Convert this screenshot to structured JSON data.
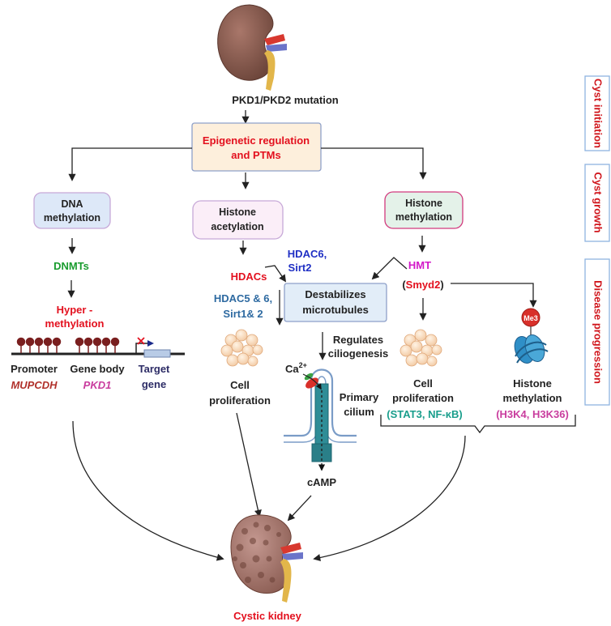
{
  "mutation": "PKD1/PKD2 mutation",
  "epigenetic": {
    "line1": "Epigenetic regulation",
    "line2": "and PTMs"
  },
  "dna": {
    "line1": "DNA",
    "line2": "methylation",
    "enzyme": "DNMTs",
    "hyper1": "Hyper -",
    "hyper2": "methylation",
    "promoter": "Promoter",
    "promoter_gene": "MUPCDH",
    "genebody": "Gene body",
    "genebody_gene": "PKD1",
    "target1": "Target",
    "target2": "gene"
  },
  "acetyl": {
    "line1": "Histone",
    "line2": "acetylation",
    "enzyme": "HDACs",
    "hdac6_1": "HDAC6,",
    "hdac6_2": "Sirt2",
    "hdac5_1": "HDAC5 & 6,",
    "hdac5_2": "Sirt1& 2",
    "prolif1": "Cell",
    "prolif2": "proliferation"
  },
  "microtubule": {
    "line1": "Destabilizes",
    "line2": "microtubules",
    "regulates1": "Regulates",
    "regulates2": "ciliogenesis",
    "calcium": "Ca",
    "calcium_sup": "2+",
    "cilium1": "Primary",
    "cilium2": "cilium",
    "camp": "cAMP"
  },
  "hmeth": {
    "line1": "Histone",
    "line2": "methylation",
    "enzyme": "HMT",
    "smyd_open": "(",
    "smyd": "Smyd2",
    "smyd_close": ")",
    "prolif1": "Cell",
    "prolif2": "proliferation",
    "prolif_paths": "(STAT3, NF-κB)",
    "hm1": "Histone",
    "hm2": "methylation",
    "hm_marks": "(H3K4, H3K36)",
    "me3": "Me3"
  },
  "outcome": "Cystic kidney",
  "stages": [
    "Cyst initiation",
    "Cyst growth",
    "Disease progression"
  ],
  "colors": {
    "red": "#e3101e",
    "green": "#1a9c2f",
    "blue": "#1f2fc4",
    "steelblue": "#2e6aa1",
    "magenta": "#d319c9",
    "teal": "#199e8c",
    "pink": "#c93d9e",
    "maroon": "#b0302a",
    "navy": "#2d2c66",
    "dark": "#222222"
  }
}
